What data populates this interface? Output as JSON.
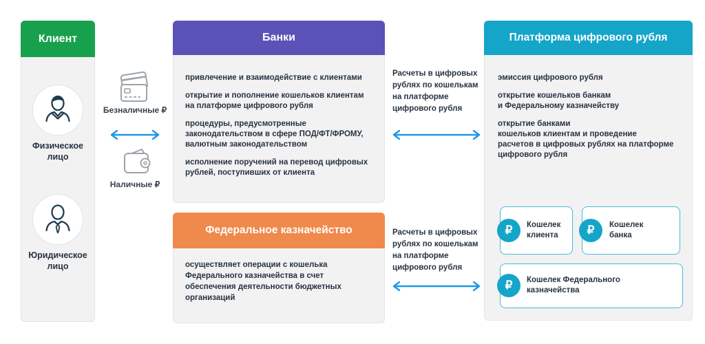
{
  "client": {
    "title": "Клиент",
    "individual_label": "Физическое\nлицо",
    "legal_label": "Юридическое\nлицо"
  },
  "transfer": {
    "cashless_label": "Безналичные ₽",
    "cash_label": "Наличные ₽"
  },
  "banks": {
    "title": "Банки",
    "points": [
      "привлечение и взаимодействие с клиентами",
      "открытие и пополнение кошельков клиентам\nна платформе цифрового рубля",
      "процедуры, предусмотренные\nзаконодательством в сфере ПОД/ФТ/ФРОМУ,\nвалютным законодательством",
      "исполнение поручений на перевод цифровых\nрублей, поступивших от клиента"
    ]
  },
  "treasury": {
    "title": "Федеральное казначейство",
    "points": [
      "осуществляет операции с кошелька\nФедерального казначейства в счет\nобеспечения деятельности бюджетных\nорганизаций"
    ]
  },
  "settlements": {
    "banks_label": "Расчеты в цифровых\nрублях по кошелькам\nна платформе\nцифрового рубля",
    "treasury_label": "Расчеты в цифровых\nрублях по кошелькам\nна платформе\nцифрового рубля"
  },
  "platform": {
    "title": "Платформа цифрового рубля",
    "points": [
      "эмиссия цифрового рубля",
      "открытие кошельков банкам\nи Федеральному казначейству",
      "открытие банками\nкошельков клиентам и проведение\nрасчетов в цифровых рублях на платформе\nцифрового рубля"
    ],
    "wallets": [
      {
        "label": "Кошелек\nклиента",
        "currency": "₽"
      },
      {
        "label": "Кошелек\nбанка",
        "currency": "₽"
      },
      {
        "label": "Кошелек Федерального\nказначейства",
        "currency": "₽"
      }
    ]
  },
  "colors": {
    "client_green": "#18A14C",
    "banks_purple": "#5B52B8",
    "treasury_orange": "#F0894C",
    "platform_teal": "#14A5C9",
    "arrow_blue": "#1E97E8",
    "panel_gray": "#F2F2F3"
  }
}
